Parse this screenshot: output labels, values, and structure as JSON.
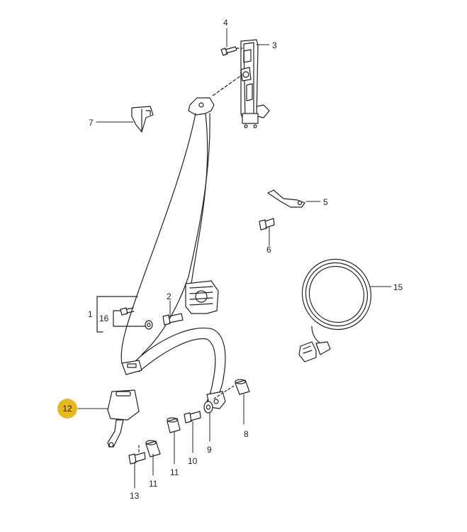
{
  "callouts": {
    "c1": "1",
    "c2": "2",
    "c3": "3",
    "c4": "4",
    "c5": "5",
    "c6": "6",
    "c7": "7",
    "c8": "8",
    "c9": "9",
    "c10": "10",
    "c11a": "11",
    "c11b": "11",
    "c12": "12",
    "c13": "13",
    "c15": "15",
    "c16": "16"
  },
  "highlight_color": "#e9b624"
}
